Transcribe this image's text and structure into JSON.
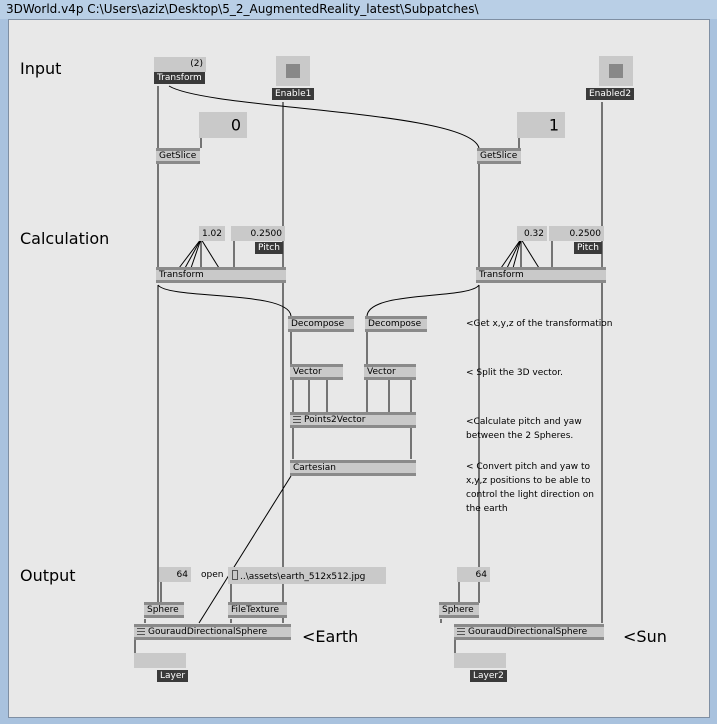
{
  "window": {
    "title": "3DWorld.v4p     C:\\Users\\aziz\\Desktop\\5_2_AugmentedReality_latest\\Subpatches\\"
  },
  "sections": {
    "input": "Input",
    "calculation": "Calculation",
    "output": "Output"
  },
  "inputs": {
    "transform": {
      "badge": "(2)",
      "label": "Transform"
    },
    "enable1": {
      "label": "Enable1"
    },
    "enabled2": {
      "label": "Enabled2"
    },
    "slice_index_1": "0",
    "slice_index_2": "1"
  },
  "nodes": {
    "getslice": "GetSlice",
    "transform": "Transform",
    "decompose": "Decompose",
    "vector": "Vector",
    "points2vector": "Points2Vector",
    "cartesian": "Cartesian",
    "sphere": "Sphere",
    "filetexture": "FileTexture",
    "gouraud": "GouraudDirectionalSphere"
  },
  "params": {
    "left_scale": "1.02",
    "left_pitch_value": "0.2500",
    "right_scale": "0.32",
    "right_pitch_value": "0.2500",
    "pitch_label": "Pitch",
    "resolution_left": "64",
    "resolution_right": "64",
    "open_label": "open",
    "texture_path": "..\\assets\\earth_512x512.jpg"
  },
  "outputs": {
    "layer": "Layer",
    "layer2": "Layer2"
  },
  "comments": {
    "c1": "<Get x,y,z of the transformation",
    "c2": "< Split the 3D vector.",
    "c3": "<Calculate pitch and yaw\nbetween the 2 Spheres.",
    "c4": "< Convert pitch and yaw to\nx,y,z positions to be able to\ncontrol the light direction on\nthe earth",
    "earth": "<Earth",
    "sun": "<Sun"
  }
}
